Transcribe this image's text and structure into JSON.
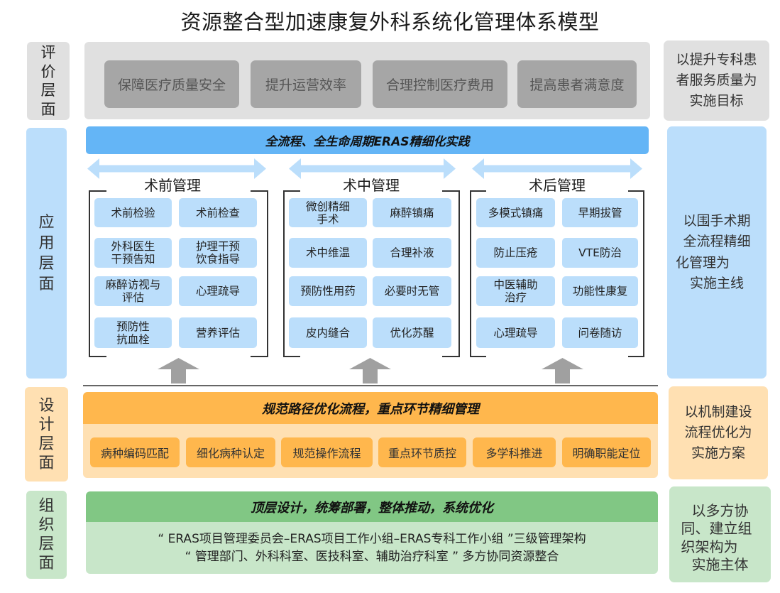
{
  "title": "资源整合型加速康复外科系统化管理体系模型",
  "colors": {
    "evaluation": "#e0e0e0",
    "evaluation_item": "#a6a6a6",
    "application": "#bbdefb",
    "application_banner": "#64b5f6",
    "design": "#ffe0b2",
    "design_banner": "#ffb74d",
    "organization": "#c8e6c9",
    "organization_banner": "#81c784",
    "arrow_gray": "#a0a0a0"
  },
  "evaluation": {
    "label": "评价层面",
    "items": [
      "保障医疗质量安全",
      "提升运营效率",
      "合理控制医疗费用",
      "提高患者满意度"
    ],
    "goal": [
      "以提升专科患",
      "者服务质量为",
      "实施目标"
    ]
  },
  "application": {
    "label": "应用层面",
    "banner": "全流程、全生命周期ERAS精细化实践",
    "phases": [
      {
        "title": "术前管理",
        "cells": [
          "术前检验",
          "术前检查",
          "外科医生\n干预告知",
          "护理干预\n饮食指导",
          "麻醉访视与\n评估",
          "心理疏导",
          "预防性\n抗血栓",
          "营养评估"
        ]
      },
      {
        "title": "术中管理",
        "cells": [
          "微创精细\n手术",
          "麻醉镇痛",
          "术中维温",
          "合理补液",
          "预防性用药",
          "必要时无管",
          "皮内缝合",
          "优化苏醒"
        ]
      },
      {
        "title": "术后管理",
        "cells": [
          "多模式镇痛",
          "早期拔管",
          "防止压疮",
          "VTE防治",
          "中医辅助\n治疗",
          "功能性康复",
          "心理疏导",
          "问卷随访"
        ]
      }
    ],
    "goal": [
      "以围手术期",
      "全流程精细",
      "化管理为",
      "实施主线"
    ]
  },
  "design": {
    "label": "设计层面",
    "banner": "规范路径优化流程，重点环节精细管理",
    "items": [
      "病种编码匹配",
      "细化病种认定",
      "规范操作流程",
      "重点环节质控",
      "多学科推进",
      "明确职能定位"
    ],
    "goal": [
      "以机制建设",
      "流程优化为",
      "实施方案"
    ]
  },
  "organization": {
    "label": "组织层面",
    "banner": "顶层设计，统筹部署，整体推动，系统优化",
    "lines": [
      "“ ERAS项目管理委员会–ERAS项目工作小组–ERAS专科工作小组 ”三级管理架构",
      "“ 管理部门、外科科室、医技科室、辅助治疗科室 ” 多方协同资源整合"
    ],
    "goal": [
      "以多方协",
      "同、建立组",
      "织架构为",
      "实施主体"
    ]
  }
}
